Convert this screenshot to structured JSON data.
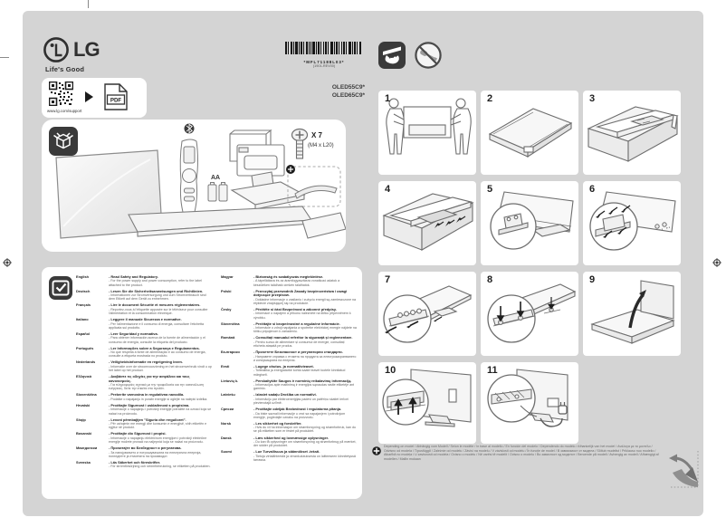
{
  "brand": {
    "logo": "LG",
    "tagline": "Life's Good"
  },
  "support": {
    "url": "www.lg.com/support",
    "pdf": "PDF"
  },
  "barcode": {
    "code": "*MFL71188L03*",
    "rev": "(1901-REV00)"
  },
  "models": {
    "line1": "OLED55C9*",
    "line2": "OLED65C9*"
  },
  "package": {
    "battery": "AA",
    "screw_count": "X 7",
    "screw_spec": "(M4 x L20)"
  },
  "safety": {
    "left": [
      {
        "name": "English",
        "title": "- Read Safety and Regulatory.",
        "note": "- For the power supply and power consumption, refer to the label attached to the product."
      },
      {
        "name": "Deutsch",
        "title": "- Lesen Sie die Sicherheitsanweisungen und Richtlinien.",
        "note": "- Informationen zur Stromversorgung und zum Stromverbrauch sind dem Etikett auf dem Gerät zu entnehmen."
      },
      {
        "name": "Français",
        "title": "- Lire le document Sécurité et mesures réglementaires.",
        "note": "- Reportez-vous à l'étiquette apposée sur le téléviseur pour consulter l'alimentation et la consommation électrique."
      },
      {
        "name": "Italiano",
        "title": "- Leggere il manuale Sicurezza e normative.",
        "note": "- Per l'alimentazione e il consumo di energia, consultare l'etichetta applicata sul prodotto."
      },
      {
        "name": "Español",
        "title": "- Leer Seguridad y normativa.",
        "note": "- Para obtener información acerca de la fuente de alimentación y el consumo de energía, consulte la etiqueta del producto."
      },
      {
        "name": "Português",
        "title": "- Ler Informações sobre a Segurança e Regulamentos.",
        "note": "- No que respeita à fonte de alimentação e ao consumo de energia, consulte a etiqueta mostrada no produto."
      },
      {
        "name": "Nederlands",
        "title": "- Veiligheidsinformatie en regelgeving lezen.",
        "note": "- Informatie over de stroomvoorziening en het stroomverbruik vindt u op het label op het product."
      },
      {
        "name": "Ελληνικά",
        "title": "- Διαβάστε τις οδηγίες για την ασφάλεια και τους κανονισμούς.",
        "note": "- Για πληροφορίες σχετικά με την τροφοδοσία και την κατανάλωση ενέργειας, δείτε την ετικέτα στο προϊόν."
      },
      {
        "name": "Slovenščina",
        "title": "- Preberite varnostna in regulativna navodila.",
        "note": "- Podatke o napajanju in porabi energije si oglejte na nalepki izdelka."
      },
      {
        "name": "Hrvatski",
        "title": "- Pročitajte Sigurnost i usklađenost s propisima.",
        "note": "- Informacije o napajanju i potrošnji energije potražite na oznaci koja se nalazi na proizvodu."
      },
      {
        "name": "Shqip",
        "title": "- Lexoni përmbajtjen \"Siguria dhe rregulloret\".",
        "note": "- Për ushqimin me energji dhe konsumin e energjisë, shih etiketën e ngjitur në produkt."
      },
      {
        "name": "Bosanski",
        "title": "- Pročitajte dio Sigurnost i propisi.",
        "note": "- Informacije o napajanju električnom energijom i potrošnji električne energije možete pronaći na naljepnici koja se nalazi na proizvodu."
      },
      {
        "name": "Македонски",
        "title": "- Прочитајте во Безбедност и регулатива.",
        "note": "- За напојувањето и потрошувачката на електрична енергија, погледнете ја етикетата на производот."
      },
      {
        "name": "Svenska",
        "title": "- Läs Säkerhet och föreskrifter.",
        "note": "- För strömförsörjning och strömförbrukning, se etiketten på produkten."
      }
    ],
    "right": [
      {
        "name": "Magyar",
        "title": "- Biztonság és szabályozás megtekintése.",
        "note": "- A tápellátásra és az áramfogyasztásra vonatkozó adatok a készüléken található címkén találhatók."
      },
      {
        "name": "Polski",
        "title": "- Przeczytaj przewodnik Zasady bezpieczeństwa i uwagi dotyczące przepisów.",
        "note": "- Dokładne informacje o zasilaniu i zużyciu energii są zamieszczone na etykiecie znajdującej się na produkcie."
      },
      {
        "name": "Česky",
        "title": "- Přečtěte si část Bezpečnost a zákonné předpisy.",
        "note": "- Informace o napájení a příkonu naleznete na štítku připevněném k výrobku."
      },
      {
        "name": "Slovenčina",
        "title": "- Prečítajte si bezpečnostné a regulačné informácie.",
        "note": "- Informácie o zdroji napájania a spotrebe elektrickej energie nájdete na štítku pripojenom k zariadeniu."
      },
      {
        "name": "Română",
        "title": "- Consultați manualul referitor la siguranță și reglementare.",
        "note": "- Pentru sursa de alimentare și consumul de energie, consultați eticheta atașată pe produs."
      },
      {
        "name": "Български",
        "title": "- Прочетете Безопасност и регулаторни стандарти.",
        "note": "- Направете справка с етикета на продукта за електрозахранването и консумацията на енергия."
      },
      {
        "name": "Eesti",
        "title": "- Lugege ohutus- ja normatiivteavet.",
        "note": "- Toiteallika ja energiatarbe kohta saate teavet tootele kinnitatud märgiselt."
      },
      {
        "name": "Lietuvių k.",
        "title": "- Perskaitykite Saugos ir norminių reikalavimų informaciją.",
        "note": "- Informacijos apie maitinimą ir energijos sąnaudas rasite etiketėje ant gaminio."
      },
      {
        "name": "Latviešu",
        "title": "- Izlasiet sadaļu Drošība un normatīvi.",
        "note": "- Informāciju par elektroenerģijas padevi un patēriņu skatiet ierīcei pievienotajā uzlīmē."
      },
      {
        "name": "Српски",
        "title": "- Pročitajte odeljak Bezbednost i regulatorna pitanja.",
        "note": "- Da biste saznali informacije u vezi sa napajanjem i potrošnjom energije, pogledajte oznaku na proizvodu."
      },
      {
        "name": "Norsk",
        "title": "- Les sikkerhet og forskrifter.",
        "note": "- Hvis du vil ha informasjon om strømforsyning og strømforbruk, kan du se på etiketten som er festet på produktet."
      },
      {
        "name": "Dansk",
        "title": "- Læs sikkerhed og lovmæssige oplysninger.",
        "note": "- Du kan få oplysninger om strømforsyning og strømforbrug på mærket, der sidder på produktet."
      },
      {
        "name": "Suomi",
        "title": "- Lue Turvallisuus ja säännökset -teksti.",
        "note": "- Tietoja virtalähteestä ja virrankulutuksesta on laitteeseen kiinnitetyssä tarrassa."
      }
    ]
  },
  "steps": [
    {
      "num": "1"
    },
    {
      "num": "2"
    },
    {
      "num": "3"
    },
    {
      "num": "4"
    },
    {
      "num": "5"
    },
    {
      "num": "6"
    },
    {
      "num": "7"
    },
    {
      "num": "8"
    },
    {
      "num": "9"
    },
    {
      "num": "10"
    },
    {
      "num": "11"
    }
  ],
  "footer": {
    "note": "Depending on model / Abhängig vom Modell / Selon le modèle / In base al modello / En función del modelo / Dependendo do modelo / Afhankelijk van het model / Ανάλογα με το μοντέλο / Odvisno od modela / Típusfüggő / Zależnie od modelu / Závisí na modelu / V závislosti od modelu / În funcție de model / В зависимост от модела / Sõltub mudelist / Priklauso nuo modelio / Atkarībā no modeļa / U zavisnosti od modela / Ovisno o modelu / Në varësi të modelit / Ovisno o modelu / Во зависност од моделот / Beroende på modell / Avhengig av modell / Afhængigt af modellen / Mallin mukaan"
  }
}
